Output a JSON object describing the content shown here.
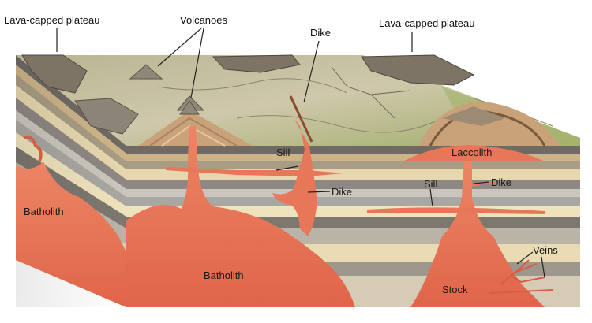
{
  "labels": {
    "lava_plateau_left": "Lava-capped plateau",
    "volcanoes": "Volcanoes",
    "dike_top": "Dike",
    "lava_plateau_right": "Lava-capped plateau",
    "laccolith": "Laccolith",
    "sill_left": "Sill",
    "dike_left": "Dike",
    "sill_right": "Sill",
    "dike_right": "Dike",
    "batholith_left": "Batholith",
    "batholith_center": "Batholith",
    "veins": "Veins",
    "stock": "Stock"
  },
  "colors": {
    "magma": "#e8775a",
    "magma_dark": "#c9553b",
    "surface": "#c4bea0",
    "surface_green": "#9fae6a",
    "plateau": "#7d7466",
    "layer_tan": "#d8c49a",
    "layer_gray": "#a9a7a2",
    "layer_dark": "#6f6a64",
    "layer_cream": "#efe3bd",
    "layer_brown": "#a98a62"
  }
}
